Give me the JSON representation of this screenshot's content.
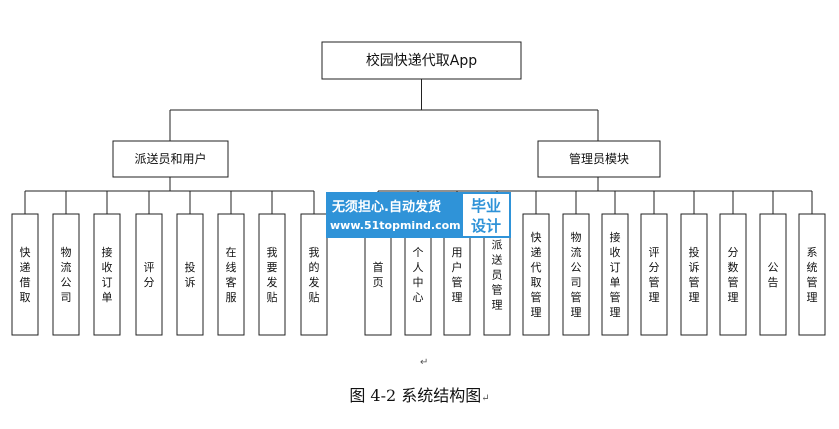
{
  "root": "校园快递代取App",
  "branches": [
    {
      "label": "派送员和用户",
      "children": [
        "快递借取",
        "物流公司",
        "接收订单",
        "评分",
        "投诉",
        "在线客服",
        "我要发贴",
        "我的发贴"
      ]
    },
    {
      "label": "管理员模块",
      "children": [
        "首页",
        "个人中心",
        "用户管理",
        "派送员管理",
        "快递代取管理",
        "物流公司管理",
        "接收订单管理",
        "评分管理",
        "投诉管理",
        "分数管理",
        "公告",
        "系统管理"
      ]
    }
  ],
  "caption": "图 4-2  系统结构图",
  "paragraph_marks": [
    "↵",
    "↵"
  ],
  "watermark": {
    "line1": "无须担心.自动发货",
    "line2": "www.51topmind.com",
    "badge_top": "毕业",
    "badge_bottom": "设计",
    "colors": {
      "blue": "#2f93d8"
    }
  }
}
